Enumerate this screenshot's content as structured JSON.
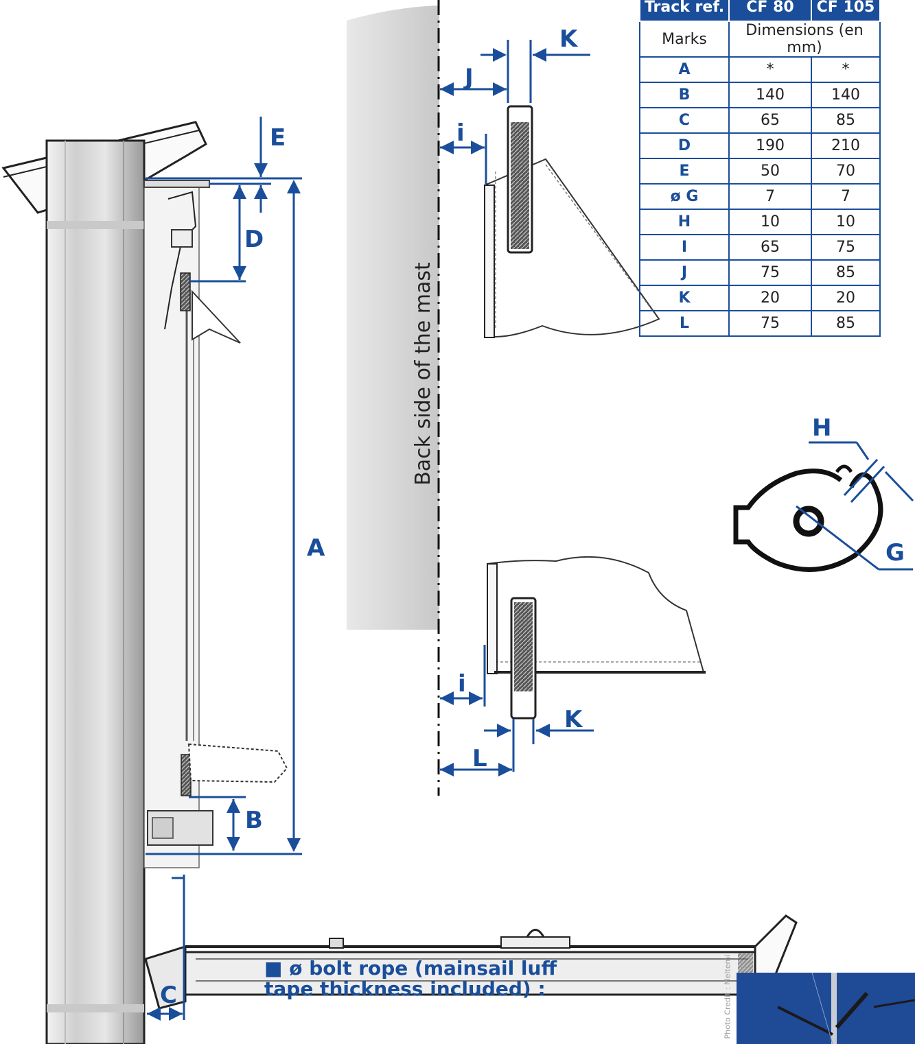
{
  "labels": {
    "A": "A",
    "B": "B",
    "C": "C",
    "D": "D",
    "E": "E",
    "i_top": "i",
    "i_bottom": "i",
    "J": "J",
    "K_top": "K",
    "K_bottom": "K",
    "L": "L",
    "H": "H",
    "G": "G"
  },
  "mast_caption": "Back side of the mast",
  "table": {
    "headers": [
      "Track ref.",
      "CF 80",
      "CF 105"
    ],
    "subheader": [
      "Marks",
      "Dimensions (en mm)"
    ],
    "rows": [
      {
        "mark": "A",
        "cf80": "*",
        "cf105": "*"
      },
      {
        "mark": "B",
        "cf80": "140",
        "cf105": "140"
      },
      {
        "mark": "C",
        "cf80": "65",
        "cf105": "85"
      },
      {
        "mark": "D",
        "cf80": "190",
        "cf105": "210"
      },
      {
        "mark": "E",
        "cf80": "50",
        "cf105": "70"
      },
      {
        "mark": "ø G",
        "cf80": "7",
        "cf105": "7"
      },
      {
        "mark": "H",
        "cf80": "10",
        "cf105": "10"
      },
      {
        "mark": "I",
        "cf80": "65",
        "cf105": "75"
      },
      {
        "mark": "J",
        "cf80": "75",
        "cf105": "85"
      },
      {
        "mark": "K",
        "cf80": "20",
        "cf105": "20"
      },
      {
        "mark": "L",
        "cf80": "75",
        "cf105": "85"
      }
    ]
  },
  "bolt_note": {
    "line1": "■ ø bolt rope (mainsail luff",
    "line2": "tape thickness included) :"
  },
  "photo_credit": "Photo Credit  :  Meltemi",
  "colors": {
    "accent": "#1a4e9b"
  }
}
